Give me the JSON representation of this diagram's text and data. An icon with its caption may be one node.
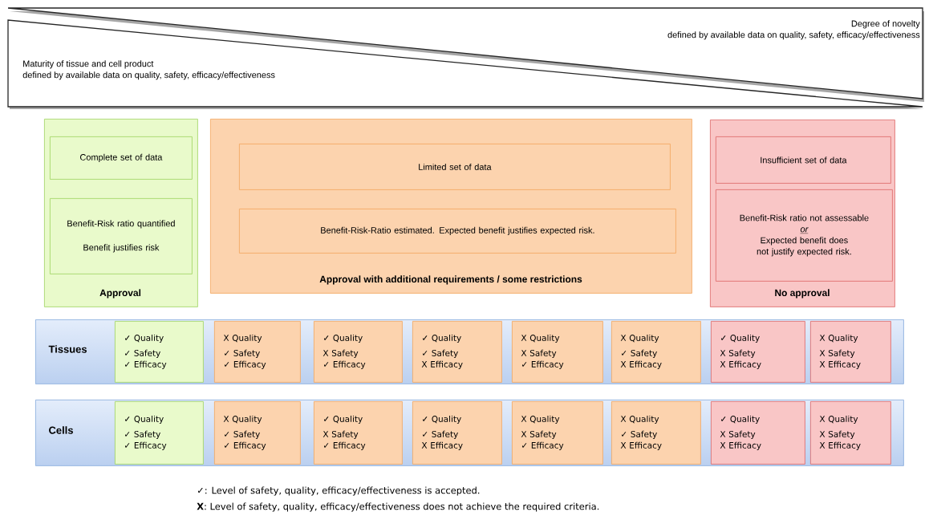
{
  "diagram": {
    "nodes": [
      {
        "text": [
          "Degree of novelty",
          "defined by available data on quality, safety, efficacy/effectiveness"
        ]
      },
      {
        "text": [
          "Maturity of tissue and cell product",
          "defined by available data on quality, safety, efficacy/effectiveness"
        ]
      },
      {
        "text": [
          "Approval"
        ]
      },
      {
        "text": [
          "Complete set of data"
        ],
        "in": 2
      },
      {
        "text": [
          "Benefit-Risk ratio quantified",
          "Benefit justifies risk"
        ],
        "in": 2
      },
      {
        "text": [
          "Approval with additional requirements / some restrictions"
        ]
      },
      {
        "text": [
          "Limited set of data"
        ],
        "in": 5
      },
      {
        "text": [
          "Benefit-Risk-Ratio estimated. Expected benefit justifies expected risk."
        ],
        "in": 5
      },
      {
        "text": [
          "No approval"
        ]
      },
      {
        "text": [
          "Insufficient set of data"
        ],
        "in": 8
      },
      {
        "text": [
          "Benefit-Risk ratio not assessable",
          "or",
          "Expected benefit does not justify expected risk."
        ],
        "in": 8
      },
      {
        "text": [
          "Tissues"
        ]
      },
      {
        "text": [
          "✓ Quality",
          "✓ Safety",
          "✓ Efficacy"
        ],
        "in": 11
      },
      {
        "text": [
          "X Quality",
          "✓ Safety",
          "✓ Efficacy"
        ],
        "in": 11
      },
      {
        "text": [
          "✓ Quality",
          "X Safety",
          "✓ Efficacy"
        ],
        "in": 11
      },
      {
        "text": [
          "✓ Quality",
          "✓ Safety",
          "X Efficacy"
        ],
        "in": 11
      },
      {
        "text": [
          "X Quality",
          "X Safety",
          "✓ Efficacy"
        ],
        "in": 11
      },
      {
        "text": [
          "X Quality",
          "✓ Safety",
          "X Efficacy"
        ],
        "in": 11
      },
      {
        "text": [
          "✓ Quality",
          "X Safety",
          "X Efficacy"
        ],
        "in": 11
      },
      {
        "text": [
          "X Quality",
          "X Safety",
          "X Efficacy"
        ],
        "in": 11
      },
      {
        "text": [
          "Cells"
        ]
      },
      {
        "text": [
          "✓ Quality",
          "✓ Safety",
          "✓ Efficacy"
        ],
        "in": 20
      },
      {
        "text": [
          "X Quality",
          "✓ Safety",
          "✓ Efficacy"
        ],
        "in": 20
      },
      {
        "text": [
          "✓ Quality",
          "X Safety",
          "✓ Efficacy"
        ],
        "in": 20
      },
      {
        "text": [
          "✓ Quality",
          "✓ Safety",
          "X Efficacy"
        ],
        "in": 20
      },
      {
        "text": [
          "X Quality",
          "X Safety",
          "✓ Efficacy"
        ],
        "in": 20
      },
      {
        "text": [
          "X Quality",
          "✓ Safety",
          "X Efficacy"
        ],
        "in": 20
      },
      {
        "text": [
          "✓ Quality",
          "X Safety",
          "X Efficacy"
        ],
        "in": 20
      },
      {
        "text": [
          "X Quality",
          "X Safety",
          "X Efficacy"
        ],
        "in": 20
      }
    ],
    "labels": [
      "✓: Level of safety, quality, efficacy/effectiveness is accepted.",
      "**X**: Level of safety, quality, efficacy/effectiveness does not achieve the required criteria."
    ]
  }
}
